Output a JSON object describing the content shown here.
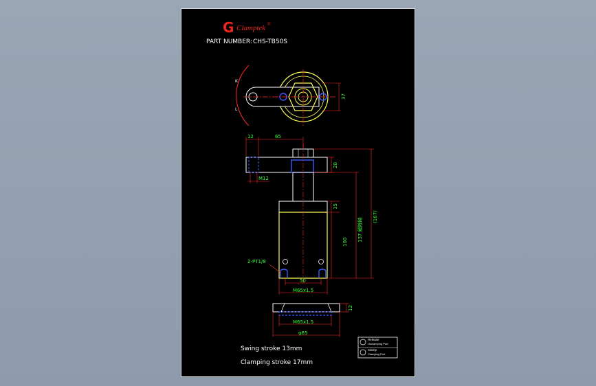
{
  "brand": {
    "logo_letter": "G",
    "name": "Clamptek",
    "reg_mark": "®"
  },
  "header": {
    "part_number_label": "PART NUMBER:",
    "part_number": "CHS-TB50S"
  },
  "top_view": {
    "label_k": "K",
    "label_l": "L",
    "dim_37": "37"
  },
  "side_view": {
    "dim_12_top": "12",
    "dim_65": "65",
    "thread_m12": "M12",
    "dim_20": "20",
    "dim_15": "15",
    "dim_100": "100",
    "dim_137": "137 解除時",
    "dim_167": "(167)",
    "port_label": "2-PT1/8",
    "dim_50": "50",
    "thread_m65": "M65x1.5"
  },
  "nut_view": {
    "thread": "M65x1.5",
    "diameter": "φ85",
    "thickness": "12"
  },
  "notes": {
    "swing_stroke": "Swing stroke 13mm",
    "clamping_stroke": "Clamping stroke 17mm"
  },
  "legend": {
    "row1_title": "Release",
    "row1_sub": "Unclamping Port",
    "row2_title": "Clamp",
    "row2_sub": "Clamping Port"
  },
  "colors": {
    "sheet": "#000000",
    "part_outline": "#ffff55",
    "dimension": "#ff2a2a",
    "dim_text": "#33ff33",
    "hidden": "#3b5bff",
    "text": "#ffffff",
    "logo": "#e8251f"
  }
}
